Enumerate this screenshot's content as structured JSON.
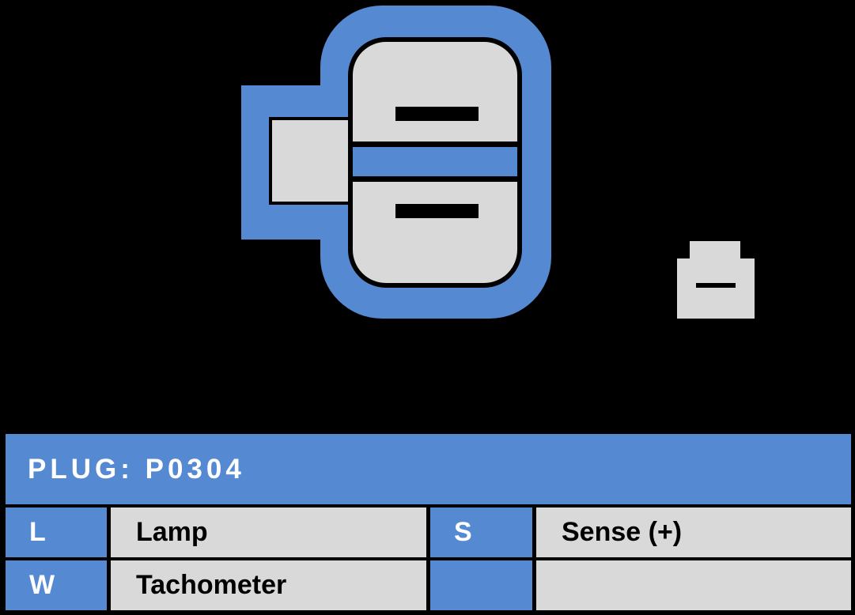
{
  "colors": {
    "background": "#000000",
    "accent_blue": "#5589D2",
    "light_gray": "#D9D9D9",
    "outline": "#000000",
    "header_text": "#FFFFFF",
    "cell_text": "#000000"
  },
  "diagram": {
    "main_plug_icon": "two-terminal-oval-plug-connector",
    "side_tab_icon": "connector-side-lock-tab",
    "small_terminal_icon": "single-spade-terminal"
  },
  "table": {
    "header": {
      "label": "PLUG: P0304"
    },
    "rows": [
      {
        "cells": [
          {
            "pin": "L",
            "desc": "Lamp"
          },
          {
            "pin": "S",
            "desc": "Sense (+)"
          }
        ]
      },
      {
        "cells": [
          {
            "pin": "W",
            "desc": "Tachometer"
          },
          {
            "pin": "",
            "desc": ""
          }
        ]
      }
    ]
  }
}
